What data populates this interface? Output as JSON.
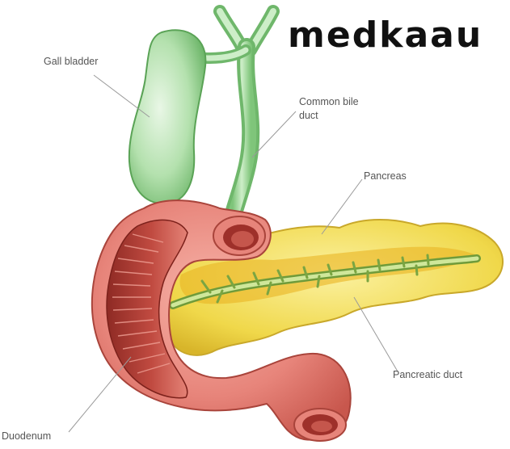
{
  "brand": {
    "text": "medkaau"
  },
  "labels": {
    "gall_bladder": "Gall bladder",
    "common_bile_duct_line1": "Common bile",
    "common_bile_duct_line2": "duct",
    "pancreas": "Pancreas",
    "pancreatic_duct": "Pancreatic duct",
    "duodenum": "Duodenum"
  },
  "colors": {
    "gallbladder": "#a9dba4",
    "pancreas": "#f3dc52",
    "pancreatic_duct": "#b9d77a",
    "duodenum_outer": "#e7847a",
    "duodenum_inner": "#b23c34",
    "leader_line": "#9a9a9a",
    "label_text": "#555555"
  }
}
